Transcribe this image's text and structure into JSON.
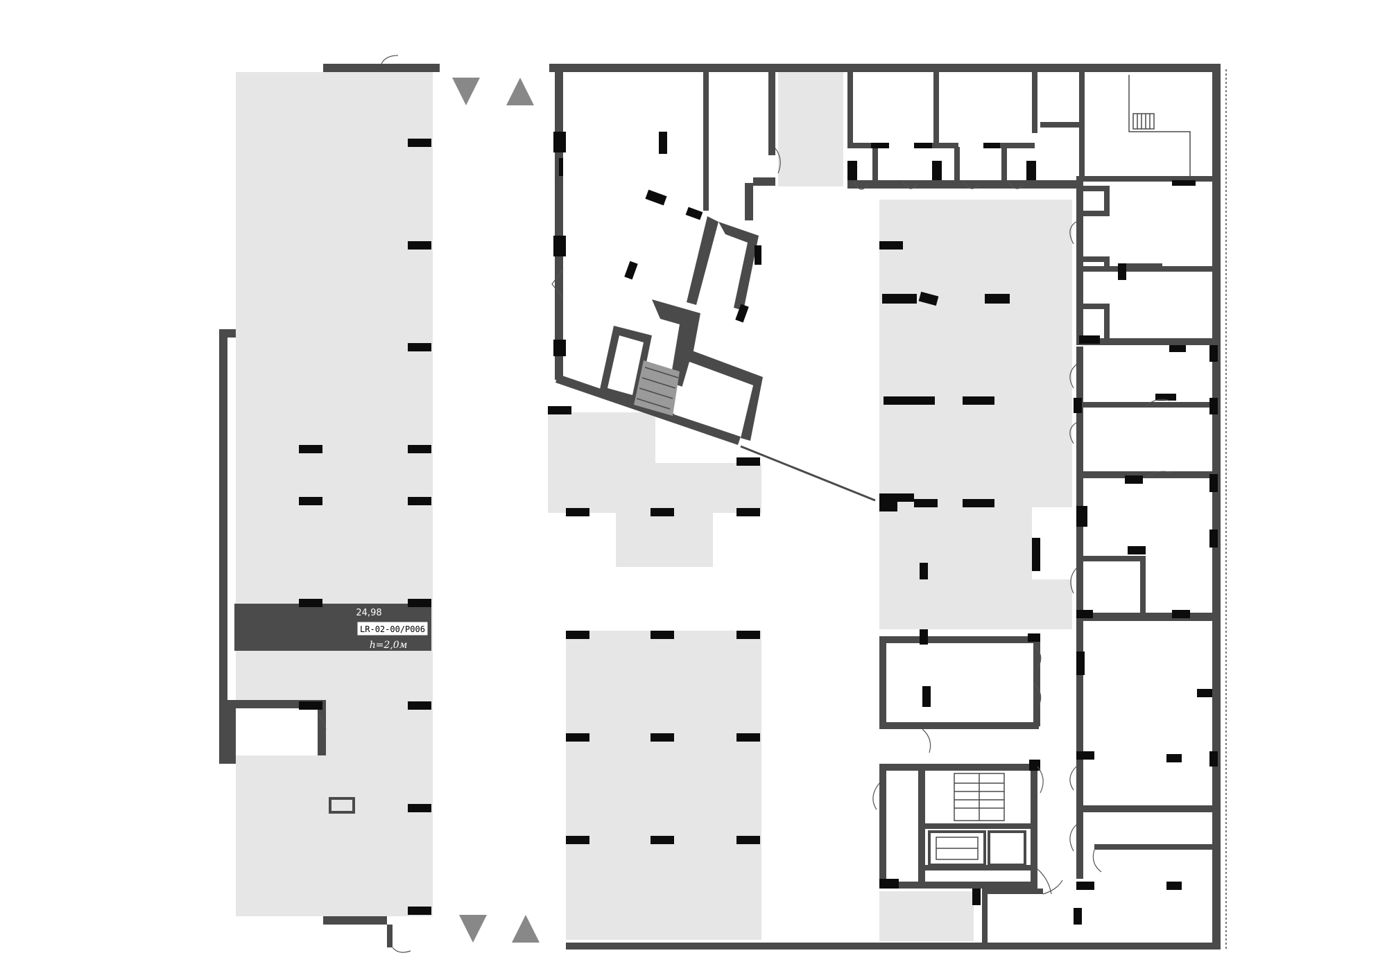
{
  "parking_space": {
    "area": "24,98",
    "code": "LR-02-00/P006",
    "height": "h=2,0м",
    "highlight_color": "#4b4b4b"
  },
  "colors": {
    "wall": "#4a4a4a",
    "parking_floor": "#e6e6e6",
    "column": "#0c0c0c",
    "arrow": "#888888"
  },
  "icons": [
    "arrow-down-icon",
    "arrow-up-icon",
    "stair-icon",
    "door-swing-icon"
  ]
}
